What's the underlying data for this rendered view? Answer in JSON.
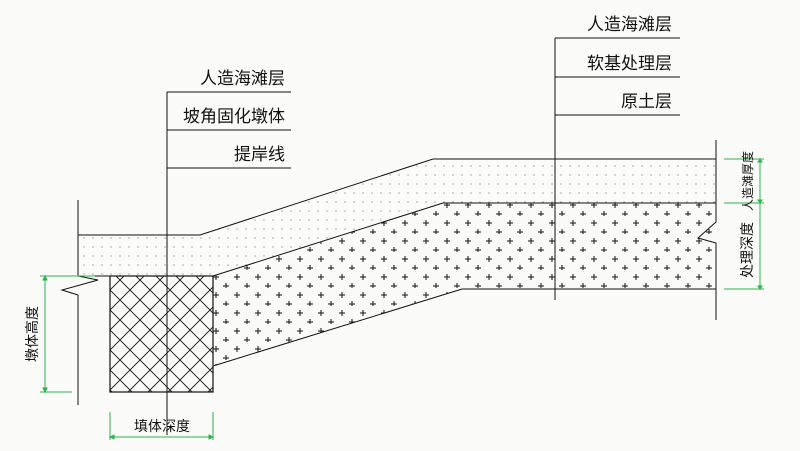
{
  "left_leader": {
    "labels": [
      "人造海滩层",
      "坡角固化墩体",
      "提岸线"
    ]
  },
  "right_leader": {
    "labels": [
      "人造海滩层",
      "软基处理层",
      "原土层"
    ]
  },
  "dimensions": {
    "left_vertical": "墩体高度",
    "bottom": "填体深度",
    "right_upper": "人造滩厚度",
    "right_lower": "处理深度"
  },
  "colors": {
    "line": "#111111",
    "dimension": "#2db34a",
    "background": "#fbfbfa"
  }
}
